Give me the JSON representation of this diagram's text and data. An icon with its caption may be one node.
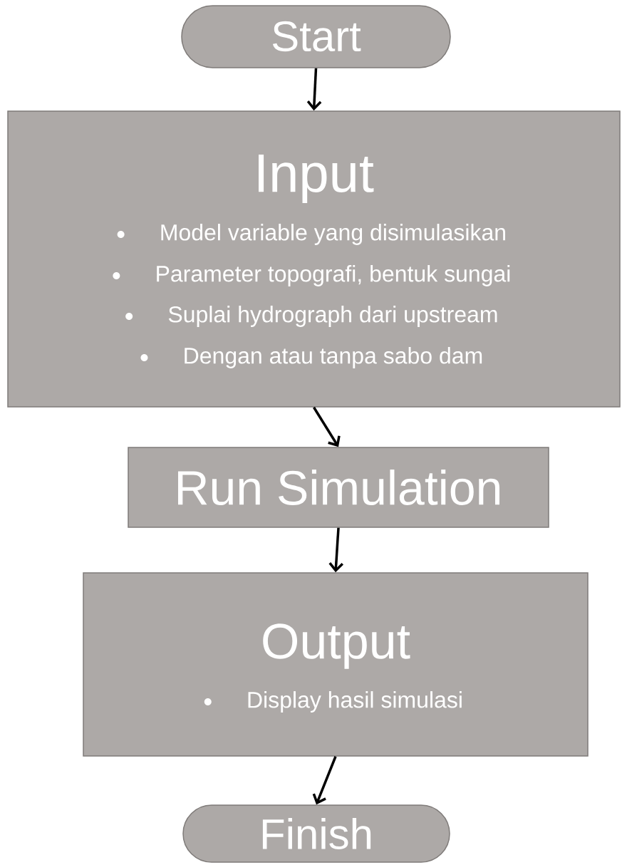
{
  "diagram": {
    "nodes": [
      {
        "text": [
          "Start"
        ]
      },
      {
        "text": [
          "Input",
          "Model variable yang disimulasikan",
          "Parameter topografi, bentuk sungai",
          "Suplai hydrograph dari upstream",
          "Dengan atau tanpa sabo dam"
        ]
      },
      {
        "text": [
          "Run Simulation"
        ]
      },
      {
        "text": [
          "Output",
          "Display hasil simulasi"
        ]
      },
      {
        "text": [
          "Finish"
        ]
      }
    ],
    "edges": [
      {
        "from": 0,
        "to": 1,
        "arrow": "to"
      },
      {
        "from": 1,
        "to": 2,
        "arrow": "to"
      },
      {
        "from": 2,
        "to": 3,
        "arrow": "to"
      },
      {
        "from": 3,
        "to": 4,
        "arrow": "to"
      }
    ]
  }
}
